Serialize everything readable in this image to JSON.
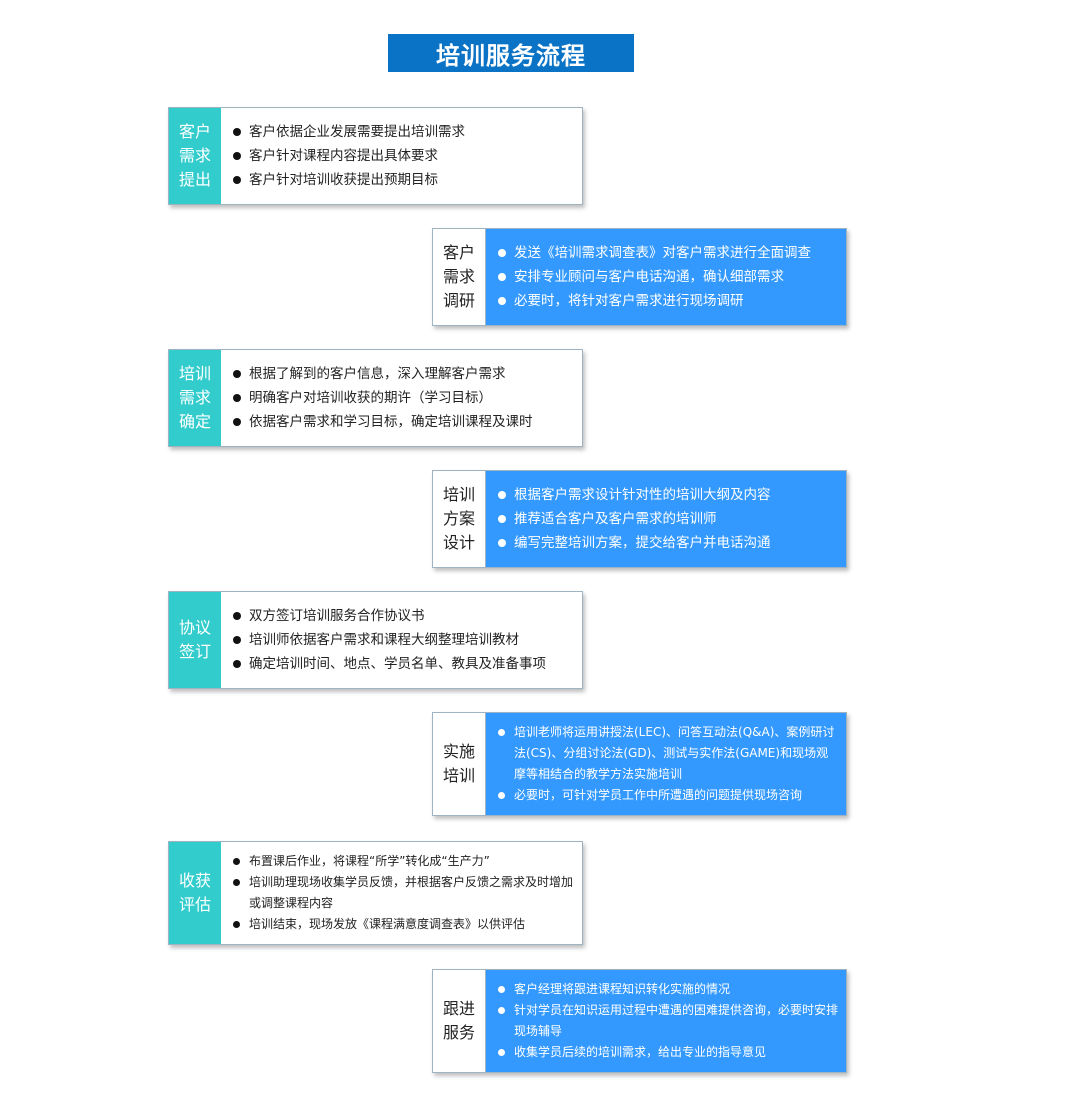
{
  "title": "培训服务流程",
  "colors": {
    "title_bg": "#0b73c6",
    "left_label_bg": "#33cccc",
    "right_body_bg": "#3399ff"
  },
  "steps": [
    {
      "label": "客户需求提出",
      "items": [
        "客户依据企业发展需要提出培训需求",
        "客户针对课程内容提出具体要求",
        "客户针对培训收获提出预期目标"
      ]
    },
    {
      "label": "客户需求调研",
      "items": [
        "发送《培训需求调查表》对客户需求进行全面调查",
        "安排专业顾问与客户电话沟通，确认细部需求",
        "必要时，将针对客户需求进行现场调研"
      ]
    },
    {
      "label": "培训需求确定",
      "items": [
        "根据了解到的客户信息，深入理解客户需求",
        "明确客户对培训收获的期许（学习目标）",
        "依据客户需求和学习目标，确定培训课程及课时"
      ]
    },
    {
      "label": "培训方案设计",
      "items": [
        "根据客户需求设计针对性的培训大纲及内容",
        "推荐适合客户及客户需求的培训师",
        "编写完整培训方案，提交给客户并电话沟通"
      ]
    },
    {
      "label": "协议签订",
      "items": [
        "双方签订培训服务合作协议书",
        "培训师依据客户需求和课程大纲整理培训教材",
        "确定培训时间、地点、学员名单、教具及准备事项"
      ]
    },
    {
      "label": "实施培训",
      "items": [
        "培训老师将运用讲授法(LEC)、问答互动法(Q&A)、案例研讨法(CS)、分组讨论法(GD)、测试与实作法(GAME)和现场观摩等相结合的教学方法实施培训",
        "必要时，可针对学员工作中所遭遇的问题提供现场咨询"
      ]
    },
    {
      "label": "收获评估",
      "items": [
        "布置课后作业，将课程“所学”转化成“生产力”",
        "培训助理现场收集学员反馈，并根据客户反馈之需求及时增加或调整课程内容",
        "培训结束，现场发放《课程满意度调查表》以供评估"
      ]
    },
    {
      "label": "跟进服务",
      "items": [
        "客户经理将跟进课程知识转化实施的情况",
        "针对学员在知识运用过程中遭遇的困难提供咨询，必要时安排现场辅导",
        "收集学员后续的培训需求，给出专业的指导意见"
      ]
    }
  ]
}
